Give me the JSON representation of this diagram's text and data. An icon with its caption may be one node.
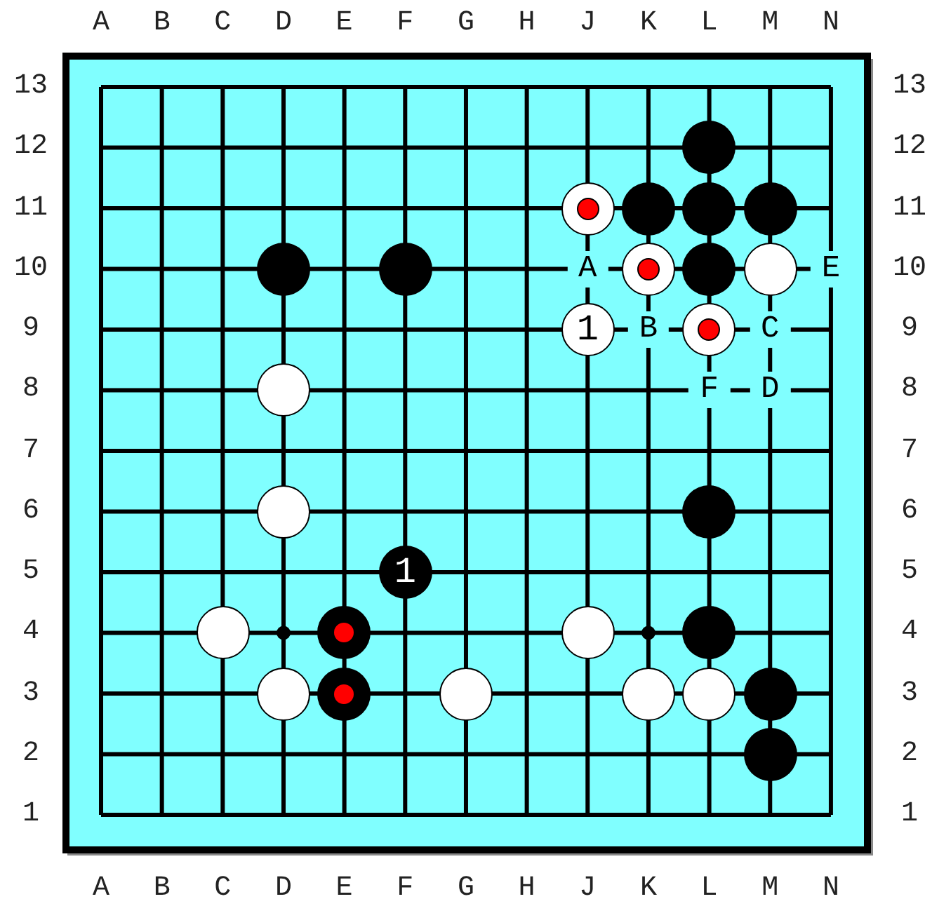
{
  "diagram": {
    "nodes": [
      {
        "text": [],
        "shape": "circle"
      },
      {
        "text": [],
        "shape": "circle"
      },
      {
        "text": [],
        "shape": "circle"
      },
      {
        "text": [],
        "shape": "circle"
      },
      {
        "text": [],
        "shape": "circle"
      },
      {
        "text": [],
        "shape": "circle"
      },
      {
        "text": [],
        "shape": "circle"
      },
      {
        "text": [],
        "shape": "circle"
      },
      {
        "text": [],
        "shape": "circle"
      },
      {
        "text": [],
        "shape": "circle"
      },
      {
        "text": [
          "1"
        ]
      },
      {
        "text": [],
        "shape": "circle"
      },
      {
        "text": [],
        "shape": "circle"
      },
      {
        "text": [],
        "shape": "circle"
      },
      {
        "text": [],
        "shape": "circle"
      },
      {
        "text": [
          "1"
        ]
      },
      {
        "text": [],
        "shape": "circle"
      },
      {
        "text": [],
        "shape": "circle"
      },
      {
        "text": [],
        "shape": "circle"
      },
      {
        "text": [],
        "shape": "circle"
      },
      {
        "text": [],
        "shape": "circle"
      },
      {
        "text": [],
        "shape": "circle"
      },
      {
        "text": [],
        "shape": "circle"
      },
      {
        "text": [],
        "shape": "circle"
      },
      {
        "text": [],
        "shape": "circle"
      },
      {
        "text": [],
        "shape": "circle"
      },
      {
        "text": [],
        "shape": "circle"
      }
    ],
    "labels": [
      "A",
      "B",
      "C",
      "D",
      "E",
      "F",
      "G",
      "H",
      "J",
      "K",
      "L",
      "M",
      "N",
      "13",
      "13",
      "12",
      "12",
      "11",
      "11",
      "10",
      "A",
      "E",
      "10",
      "9",
      "B",
      "C",
      "9",
      "8",
      "F",
      "D",
      "8",
      "7",
      "7",
      "6",
      "6",
      "5",
      "5",
      "4",
      "4",
      "3",
      "3",
      "2",
      "2",
      "1",
      "1",
      "A",
      "B",
      "C",
      "D",
      "E",
      "F",
      "G",
      "H",
      "J",
      "K",
      "L",
      "M",
      "N"
    ]
  }
}
